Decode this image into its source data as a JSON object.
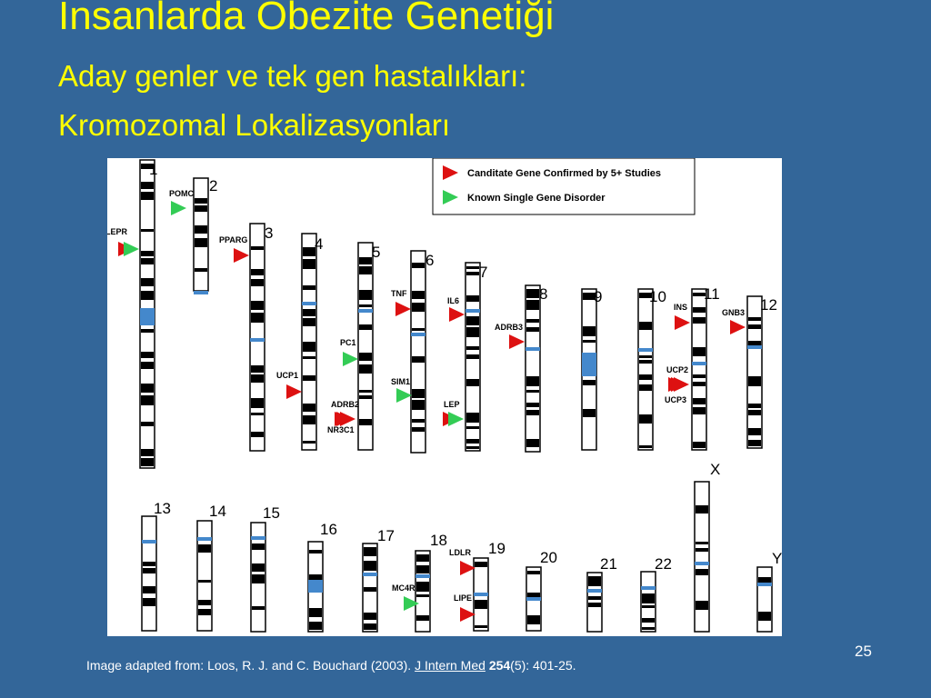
{
  "slide": {
    "title": "Insanlarda Obezite Genetiği",
    "subtitle_line1": "Aday genler ve tek gen hastalıkları:",
    "subtitle_line2": "Kromozomal Lokalizasyonları",
    "page_number": "25",
    "title_color": "#ffff00",
    "background_color": "#336699"
  },
  "citation": {
    "prefix": "Image adapted from: Loos, R. J. and C. Bouchard (2003). ",
    "journal": "J Intern Med",
    "volume": "254",
    "suffix": "(5): 401-25."
  },
  "legend": {
    "items": [
      {
        "label": "Canditate Gene Confirmed by 5+ Studies",
        "color": "#dd1111",
        "icon": "red-triangle-icon"
      },
      {
        "label": "Known Single Gene Disorder",
        "color": "#33cc55",
        "icon": "green-triangle-icon"
      }
    ]
  },
  "chromosomes": [
    "1",
    "2",
    "3",
    "4",
    "5",
    "6",
    "7",
    "8",
    "9",
    "10",
    "11",
    "12",
    "13",
    "14",
    "15",
    "16",
    "17",
    "18",
    "19",
    "20",
    "21",
    "22",
    "X",
    "Y"
  ],
  "genes": [
    {
      "label": "LEPR",
      "chromosome": "1",
      "type": "both"
    },
    {
      "label": "POMC",
      "chromosome": "2",
      "type": "green"
    },
    {
      "label": "PPARG",
      "chromosome": "3",
      "type": "red"
    },
    {
      "label": "UCP1",
      "chromosome": "4",
      "type": "red"
    },
    {
      "label": "PC1",
      "chromosome": "5",
      "type": "green"
    },
    {
      "label": "ADRB2",
      "chromosome": "5",
      "type": "red"
    },
    {
      "label": "NR3C1",
      "chromosome": "5",
      "type": "red"
    },
    {
      "label": "TNF",
      "chromosome": "6",
      "type": "red"
    },
    {
      "label": "SIM1",
      "chromosome": "6",
      "type": "green"
    },
    {
      "label": "IL6",
      "chromosome": "7",
      "type": "red"
    },
    {
      "label": "LEP",
      "chromosome": "7",
      "type": "both"
    },
    {
      "label": "ADRB3",
      "chromosome": "8",
      "type": "red"
    },
    {
      "label": "INS",
      "chromosome": "11",
      "type": "red"
    },
    {
      "label": "UCP2",
      "chromosome": "11",
      "type": "red"
    },
    {
      "label": "UCP3",
      "chromosome": "11",
      "type": "red"
    },
    {
      "label": "GNB3",
      "chromosome": "12",
      "type": "red"
    },
    {
      "label": "MC4R",
      "chromosome": "18",
      "type": "green"
    },
    {
      "label": "LDLR",
      "chromosome": "19",
      "type": "red"
    },
    {
      "label": "LIPE",
      "chromosome": "19",
      "type": "red"
    }
  ],
  "colors": {
    "band_dark": "#000000",
    "band_light": "#ffffff",
    "centromere": "#4488cc",
    "candidate": "#dd1111",
    "single_gene": "#33cc55"
  }
}
